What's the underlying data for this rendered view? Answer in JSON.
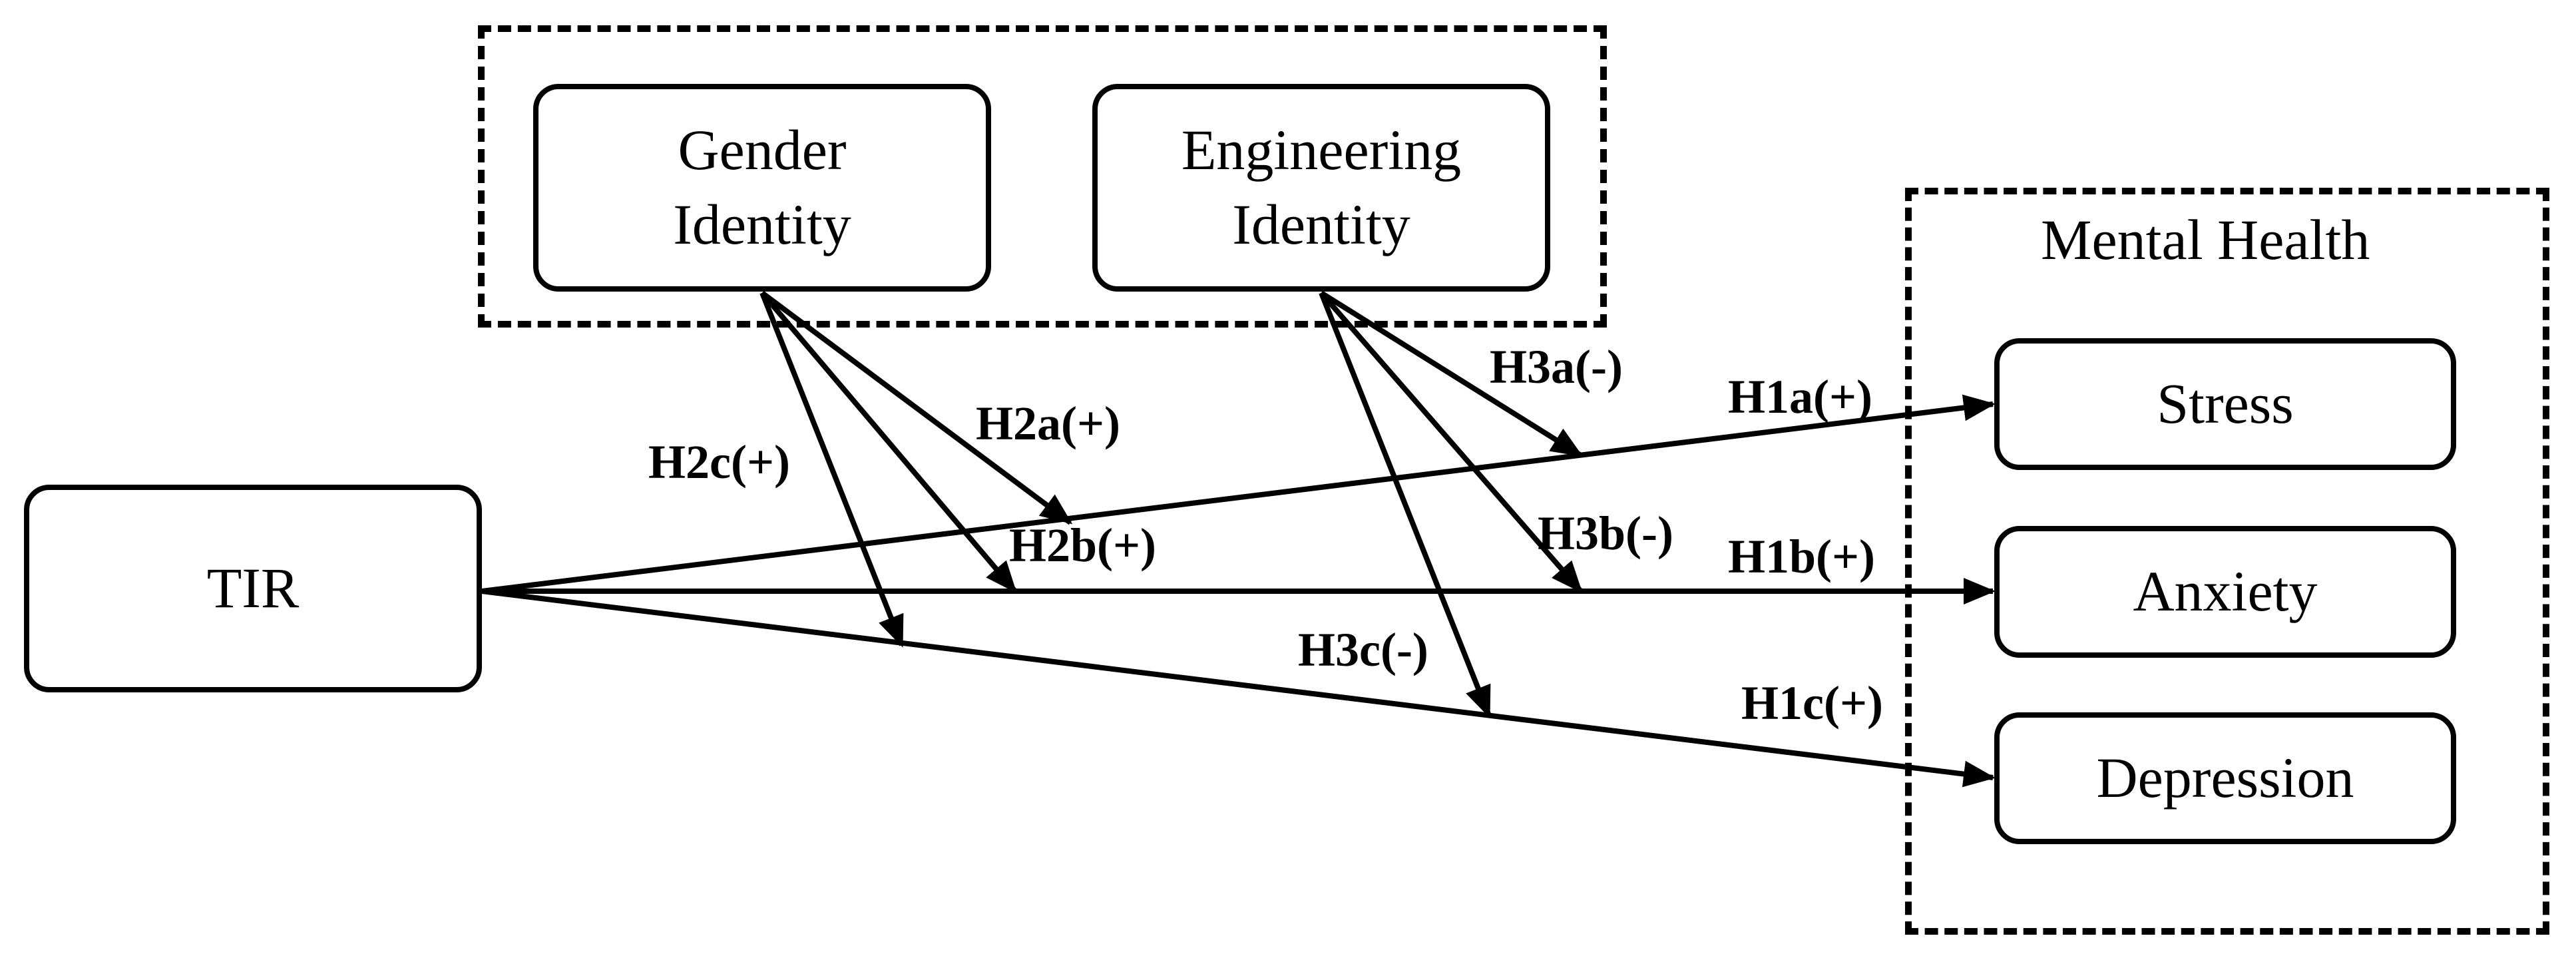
{
  "groups": {
    "identity": {
      "title": ""
    },
    "mental_health": {
      "title": "Mental Health"
    }
  },
  "nodes": {
    "gender_identity": "Gender\nIdentity",
    "engineering_identity": "Engineering\nIdentity",
    "tir": "TIR",
    "stress": "Stress",
    "anxiety": "Anxiety",
    "depression": "Depression"
  },
  "edges": [
    {
      "id": "H1a",
      "from": "tir",
      "to": "stress",
      "label": "H1a(+)"
    },
    {
      "id": "H1b",
      "from": "tir",
      "to": "anxiety",
      "label": "H1b(+)"
    },
    {
      "id": "H1c",
      "from": "tir",
      "to": "depression",
      "label": "H1c(+)"
    },
    {
      "id": "H2a",
      "from": "gender_identity",
      "to": "H1a",
      "label": "H2a(+)"
    },
    {
      "id": "H2b",
      "from": "gender_identity",
      "to": "H1b",
      "label": "H2b(+)"
    },
    {
      "id": "H2c",
      "from": "gender_identity",
      "to": "H1c",
      "label": "H2c(+)"
    },
    {
      "id": "H3a",
      "from": "engineering_identity",
      "to": "H1a",
      "label": "H3a(-)"
    },
    {
      "id": "H3b",
      "from": "engineering_identity",
      "to": "H1b",
      "label": "H3b(-)"
    },
    {
      "id": "H3c",
      "from": "engineering_identity",
      "to": "H1c",
      "label": "H3c(-)"
    }
  ]
}
